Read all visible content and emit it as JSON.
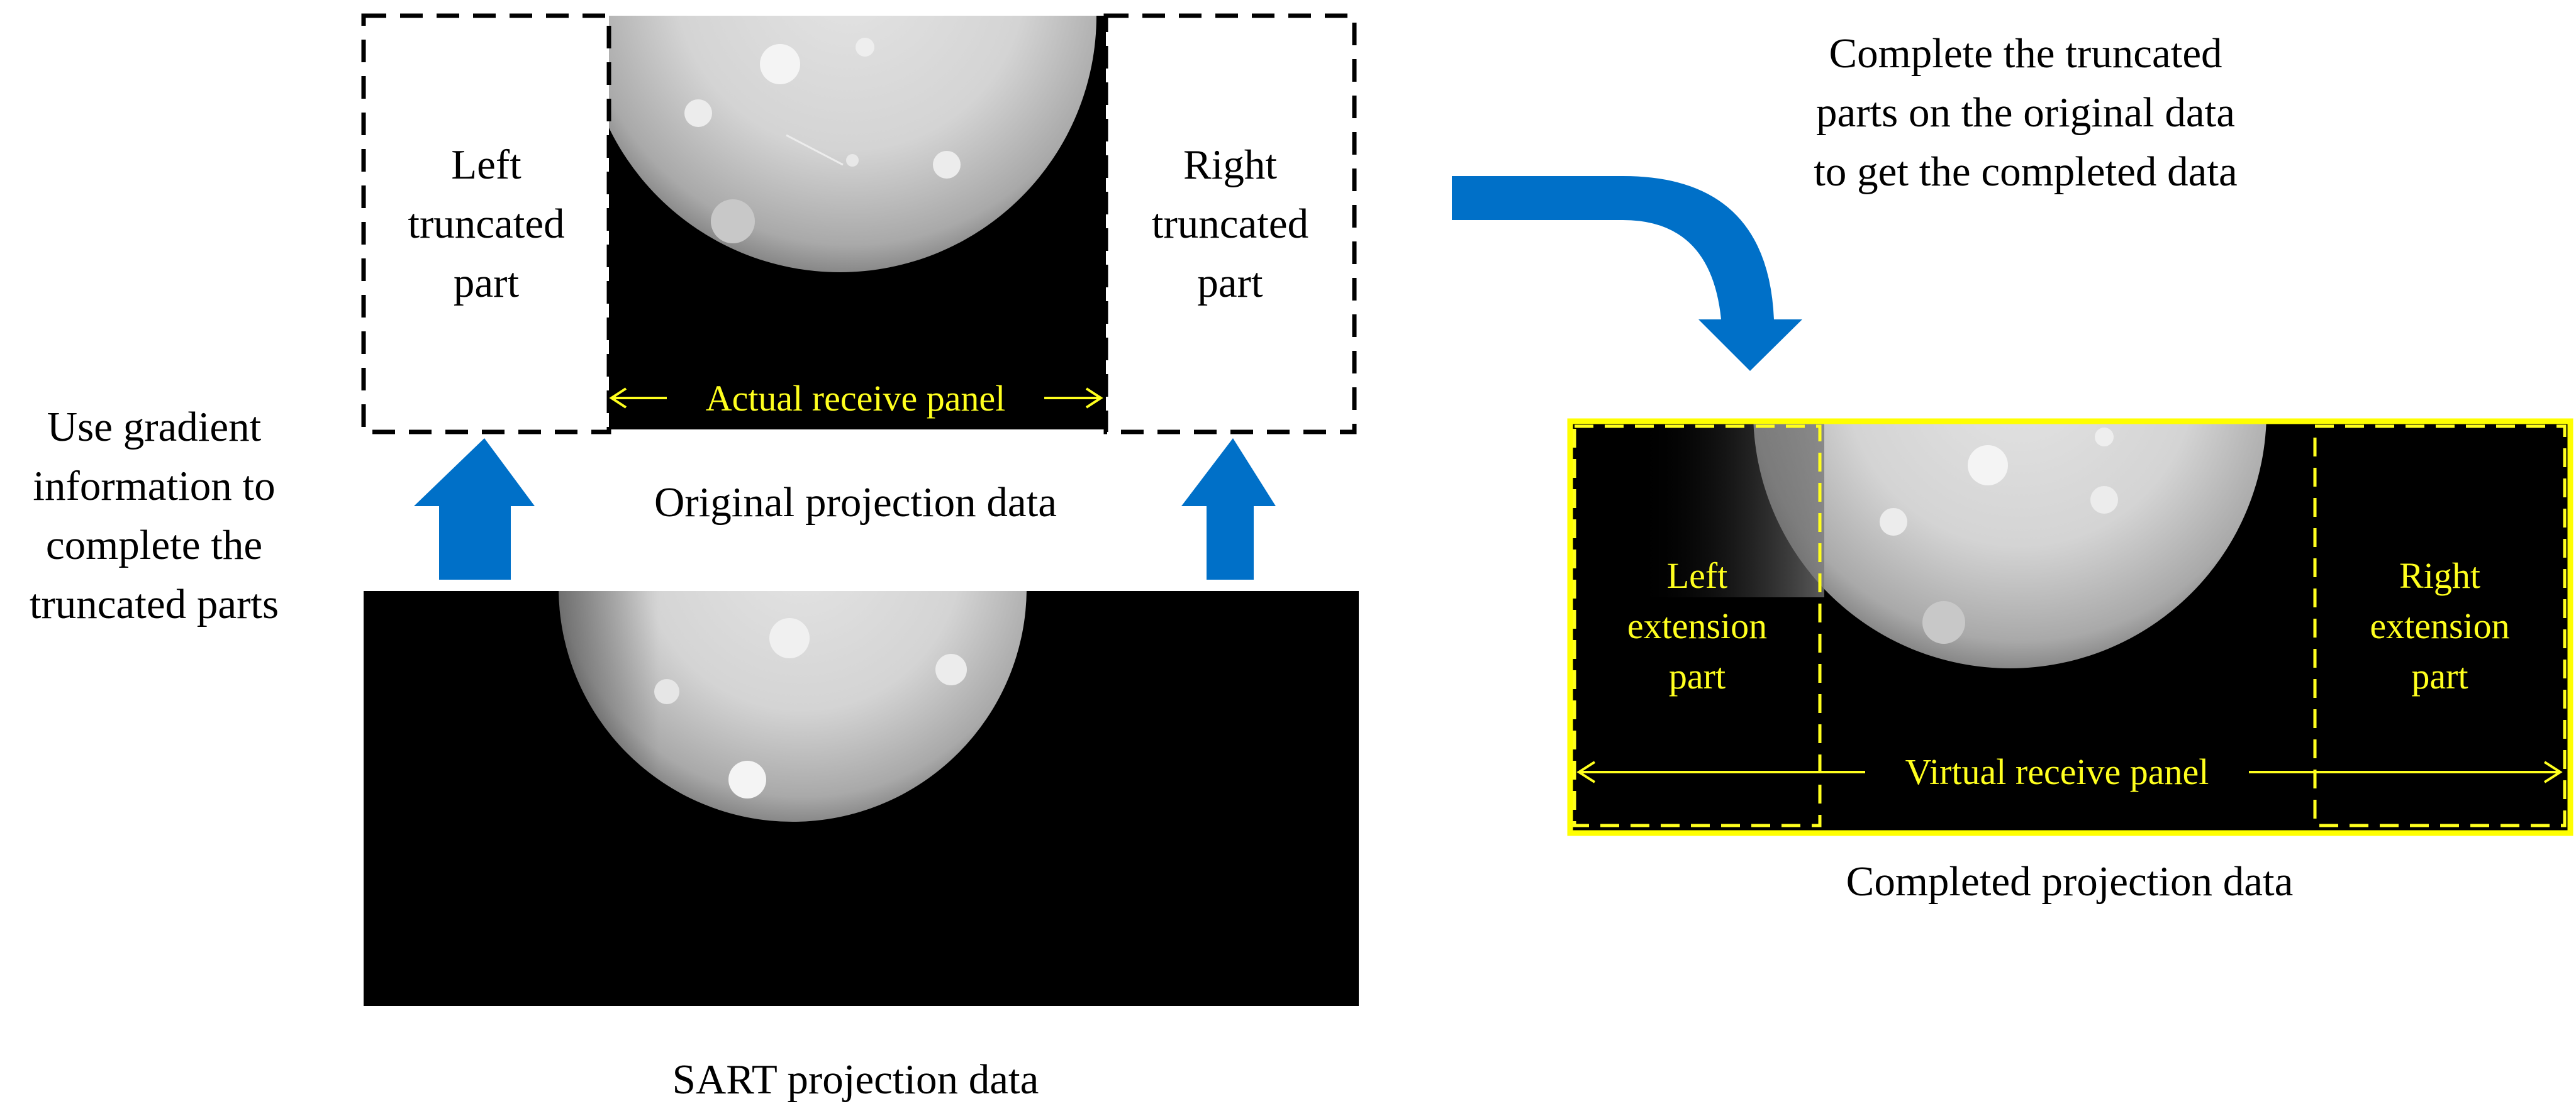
{
  "labels": {
    "left_side_note": [
      "Use gradient",
      "information to",
      "complete the",
      "truncated parts"
    ],
    "left_truncated": [
      "Left",
      "truncated",
      "part"
    ],
    "right_truncated": [
      "Right",
      "truncated",
      "part"
    ],
    "actual_panel": "Actual receive panel",
    "original_caption": "Original projection data",
    "sart_caption": "SART projection data",
    "top_right_note": [
      "Complete the truncated",
      "parts on the original data",
      "to get the completed data"
    ],
    "left_extension": [
      "Left",
      "extension",
      "part"
    ],
    "right_extension": [
      "Right",
      "extension",
      "part"
    ],
    "virtual_panel": "Virtual receive panel",
    "completed_caption": "Completed projection data"
  },
  "colors": {
    "arrow_blue": "#0070c8",
    "label_yellow": "#ffff1e",
    "frame_yellow": "#ffff00",
    "image_black": "#000000"
  }
}
